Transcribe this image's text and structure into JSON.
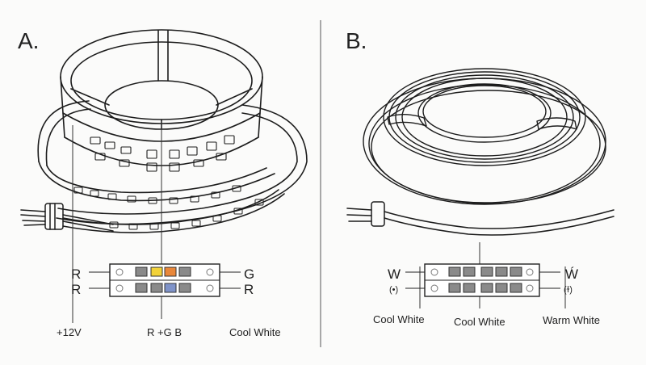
{
  "panel_a": {
    "label": "A.",
    "row1_left": "R",
    "row1_right": "G",
    "row2_left": "R",
    "row2_right": "R",
    "caption_left": "+12V",
    "caption_mid": "R +G B",
    "caption_right": "Cool White",
    "chip_colors": [
      "#f2d23a",
      "#e8873a",
      "#7f93c9"
    ]
  },
  "panel_b": {
    "label": "B.",
    "row1_left": "W",
    "row1_right": "Ẃ",
    "row2_left": "(•)",
    "row2_right": "(ɫ)",
    "caption_left": "Cool White",
    "caption_mid": "Cool White",
    "caption_right": "Warm White"
  }
}
